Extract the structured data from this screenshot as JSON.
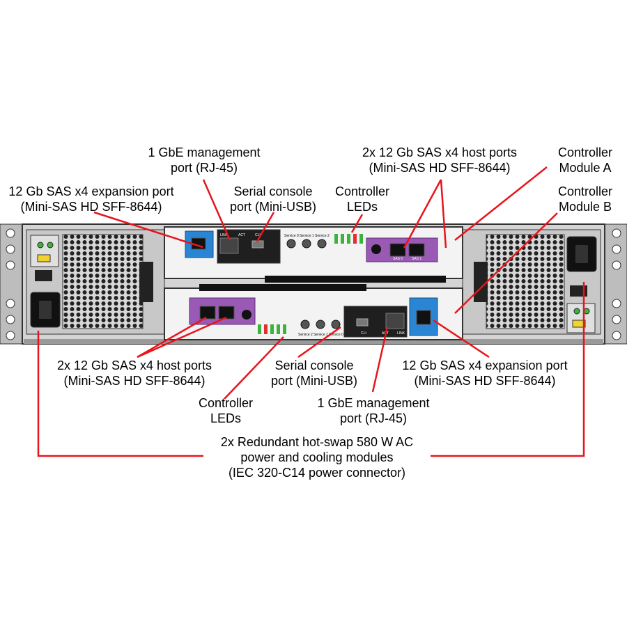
{
  "callouts": {
    "mgmt_a": [
      "1 GbE management",
      "port (RJ-45)"
    ],
    "host_a": [
      "2x 12 Gb SAS x4 host ports",
      "(Mini-SAS HD SFF-8644)"
    ],
    "ctrl_a": [
      "Controller",
      "Module A"
    ],
    "exp_a": [
      "12 Gb SAS x4 expansion port",
      "(Mini-SAS HD SFF-8644)"
    ],
    "serial_a": [
      "Serial console",
      "port (Mini-USB)"
    ],
    "leds_a": [
      "Controller",
      "LEDs"
    ],
    "ctrl_b": [
      "Controller",
      "Module B"
    ],
    "host_b": [
      "2x 12 Gb SAS x4 host ports",
      "(Mini-SAS HD SFF-8644)"
    ],
    "serial_b": [
      "Serial console",
      "port (Mini-USB)"
    ],
    "exp_b": [
      "12 Gb SAS x4 expansion port",
      "(Mini-SAS HD SFF-8644)"
    ],
    "leds_b": [
      "Controller",
      "LEDs"
    ],
    "mgmt_b": [
      "1 GbE management",
      "port (RJ-45)"
    ],
    "psu": [
      "2x Redundant hot-swap 580 W AC",
      "power and cooling modules",
      "(IEC 320-C14 power connector)"
    ]
  },
  "panel_labels": {
    "link": "LINK",
    "act": "ACT",
    "cli": "CLI",
    "service_0": "Service 0",
    "service_1": "Service 1",
    "service_2": "Service 2",
    "sas0": "SAS 0",
    "sas1": "SAS 1"
  },
  "colors": {
    "leader": "#e8141c",
    "chassis": "#d4d4d4",
    "controller_face": "#f3f3f3",
    "host_card": "#9b59b6",
    "expansion_card": "#2a86d4",
    "led_green": "#3db33d",
    "led_red": "#e23030"
  }
}
